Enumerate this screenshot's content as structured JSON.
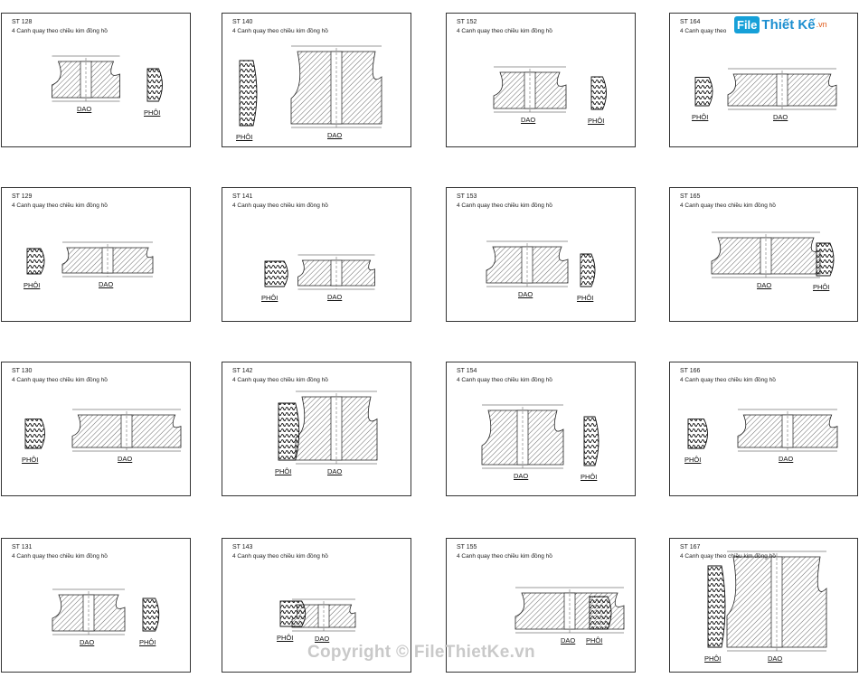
{
  "watermark": {
    "logo_box": "File",
    "logo_text": "Thiết Kế",
    "logo_suffix": ".vn",
    "copyright": "Copyright © FileThietKe.vn"
  },
  "sheets": [
    {
      "code": "ST 128",
      "desc": "4 Canh quay theo chiều kim đồng hồ",
      "dao": "DAO",
      "phoi": "PHÔI"
    },
    {
      "code": "ST 140",
      "desc": "4 Canh quay theo chiều kim đồng hồ",
      "dao": "DAO",
      "phoi": "PHÔI"
    },
    {
      "code": "ST 152",
      "desc": "4 Canh quay theo chiều kim đồng hồ",
      "dao": "DAO",
      "phoi": "PHÔI"
    },
    {
      "code": "ST 164",
      "desc": "4 Canh quay theo",
      "dao": "DAO",
      "phoi": "PHÔI"
    },
    {
      "code": "ST 129",
      "desc": "4 Canh quay theo chiều kim đồng hồ",
      "dao": "DAO",
      "phoi": "PHÔI"
    },
    {
      "code": "ST 141",
      "desc": "4 Canh quay theo chiều kim đồng hồ",
      "dao": "DAO",
      "phoi": "PHÔI"
    },
    {
      "code": "ST 153",
      "desc": "4 Canh quay theo chiều kim đồng hồ",
      "dao": "DAO",
      "phoi": "PHÔI"
    },
    {
      "code": "ST 165",
      "desc": "4 Canh quay theo chiều kim đồng hồ",
      "dao": "DAO",
      "phoi": "PHÔI"
    },
    {
      "code": "ST 130",
      "desc": "4 Canh quay theo chiều kim đồng hồ",
      "dao": "DAO",
      "phoi": "PHÔI"
    },
    {
      "code": "ST 142",
      "desc": "4 Canh quay theo chiều kim đồng hồ",
      "dao": "DAO",
      "phoi": "PHÔI"
    },
    {
      "code": "ST 154",
      "desc": "4 Canh quay theo chiều kim đồng hồ",
      "dao": "DAO",
      "phoi": "PHÔI"
    },
    {
      "code": "ST 166",
      "desc": "4 Canh quay theo chiều kim đồng hồ",
      "dao": "DAO",
      "phoi": "PHÔI"
    },
    {
      "code": "ST 131",
      "desc": "4 Canh quay theo chiều kim đồng hồ",
      "dao": "DAO",
      "phoi": "PHÔI"
    },
    {
      "code": "ST 143",
      "desc": "4 Canh quay theo chiều kim đồng hồ",
      "dao": "DAO",
      "phoi": "PHÔI"
    },
    {
      "code": "ST 155",
      "desc": "4 Canh quay theo chiều kim đồng hồ",
      "dao": "DAO",
      "phoi": "PHÔI"
    },
    {
      "code": "ST 167",
      "desc": "4 Canh quay theo chiều kim đồng hồ",
      "dao": "DAO",
      "phoi": "PHÔI"
    }
  ]
}
